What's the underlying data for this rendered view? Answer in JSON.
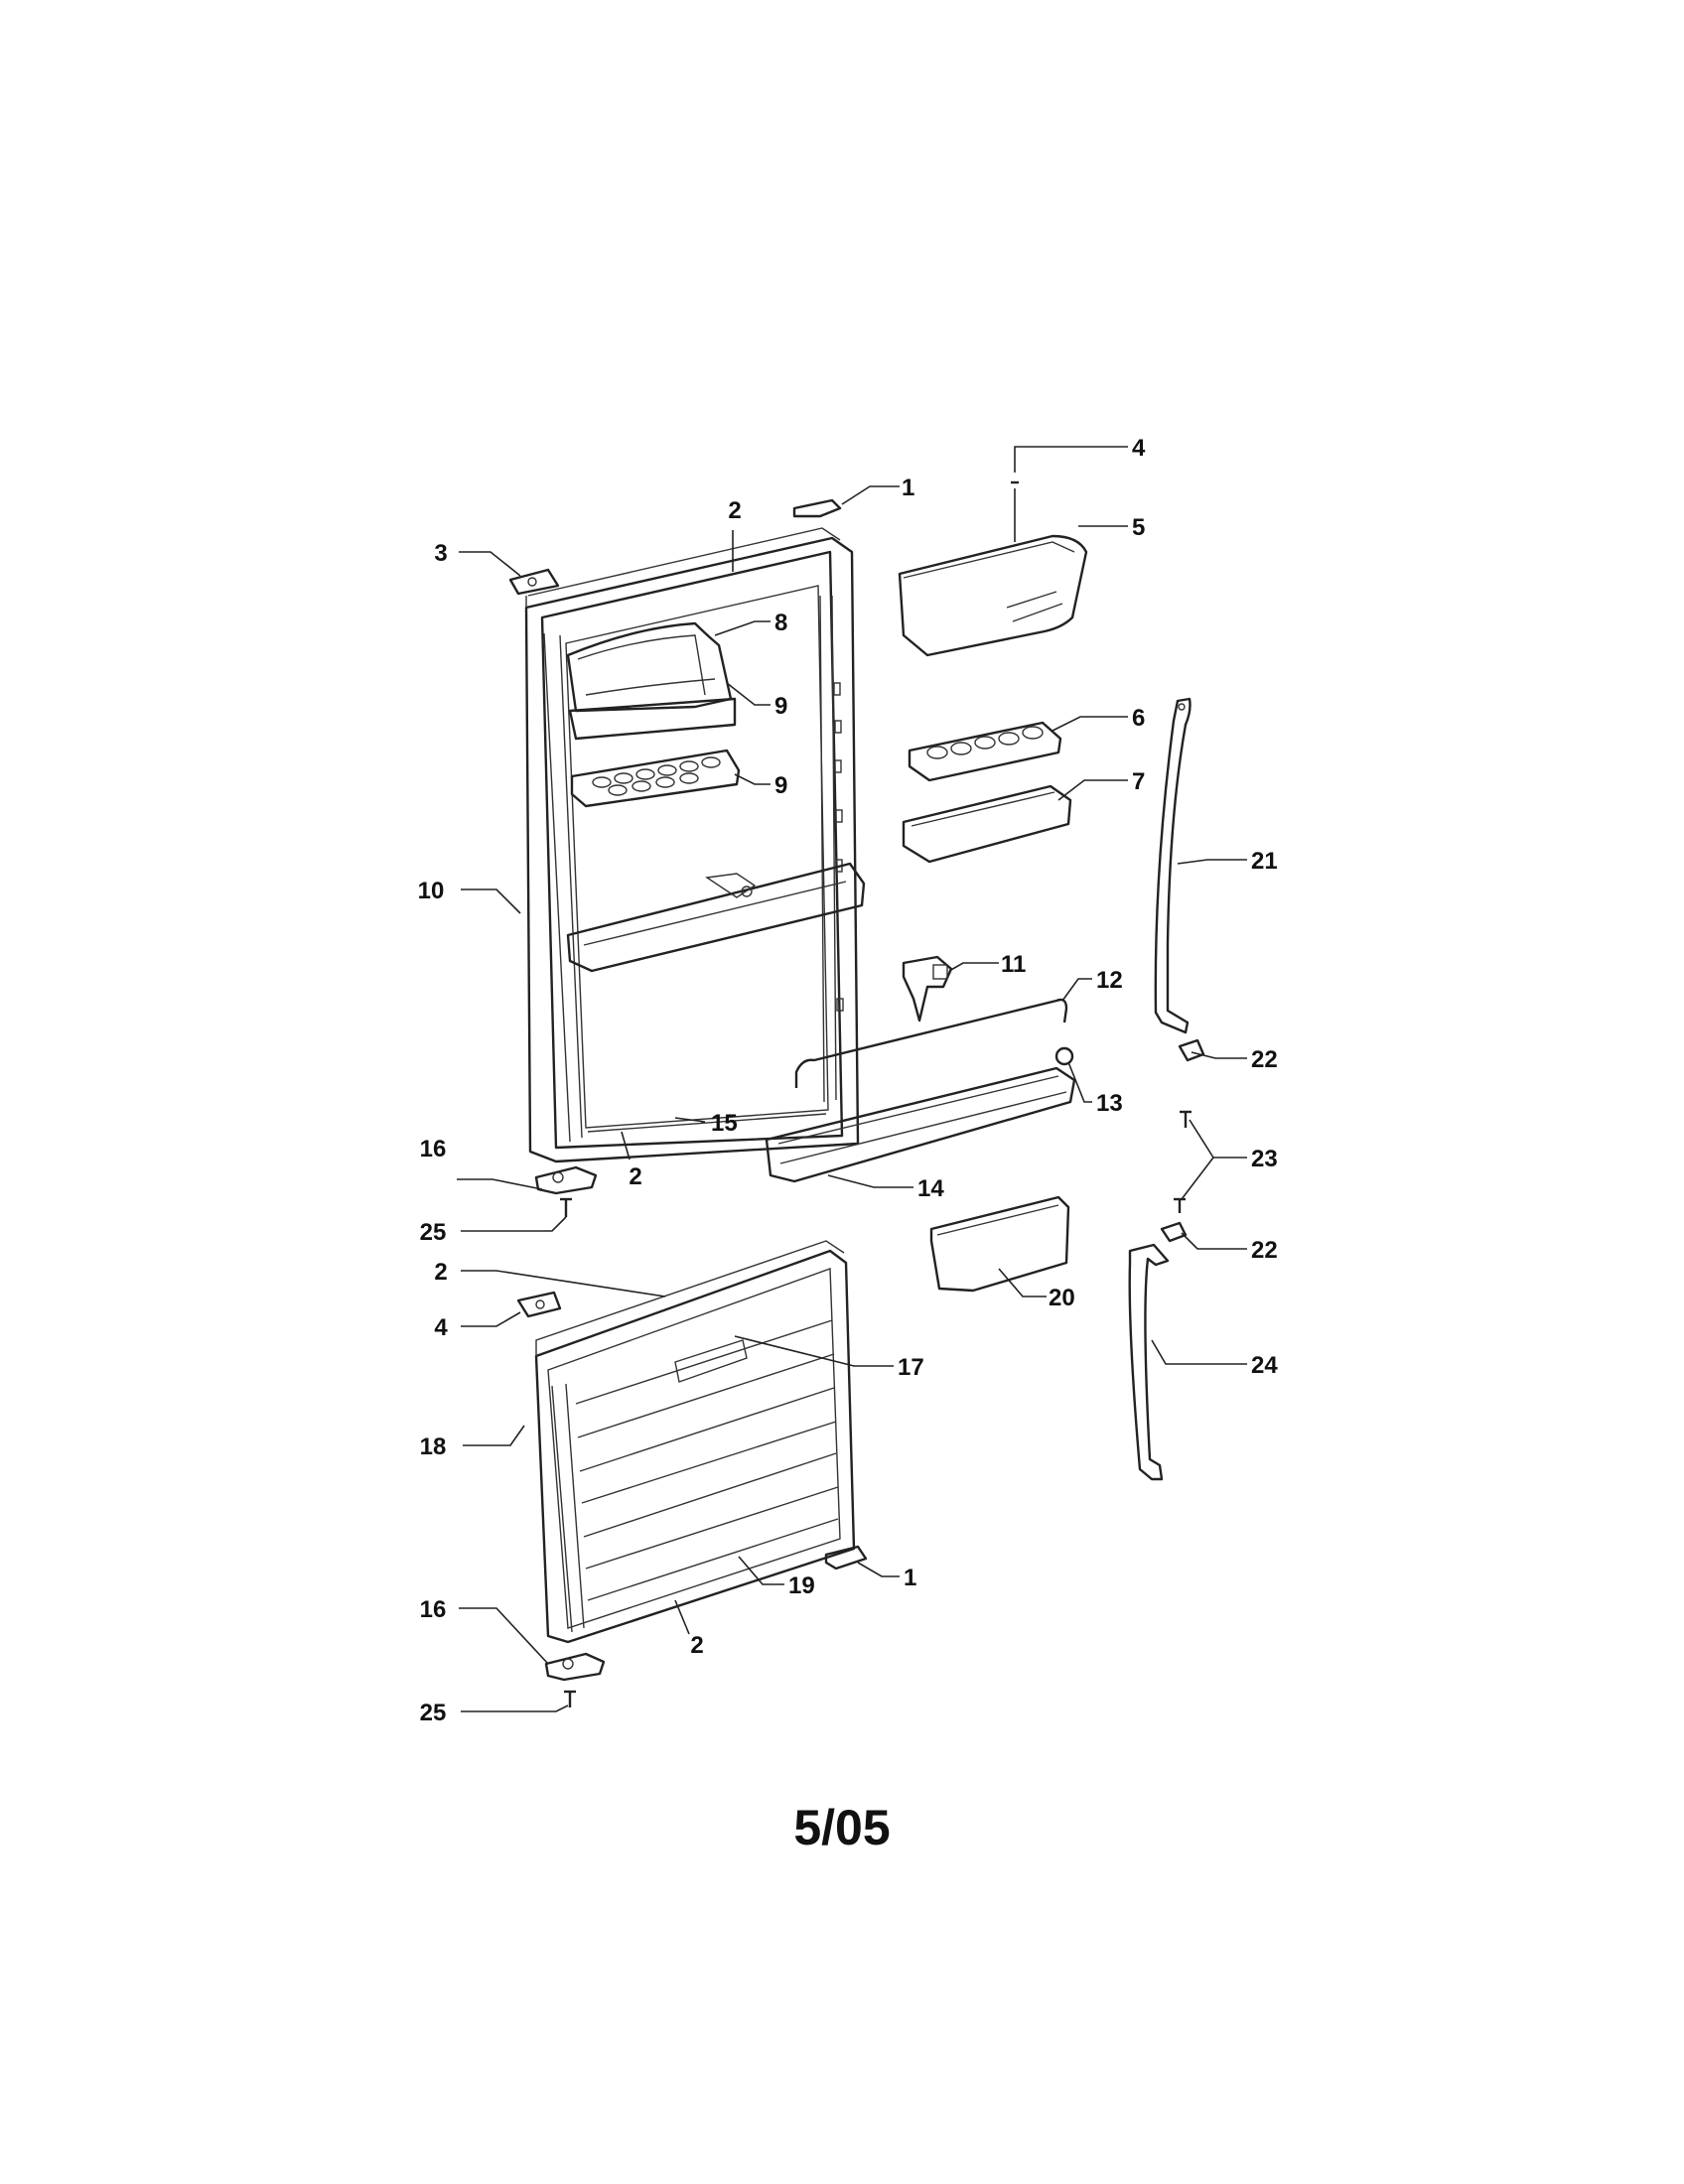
{
  "callouts": [
    {
      "id": "c-1-top",
      "text": "1"
    },
    {
      "id": "c-2-top",
      "text": "2"
    },
    {
      "id": "c-3",
      "text": "3"
    },
    {
      "id": "c-4-top",
      "text": "4"
    },
    {
      "id": "c-5",
      "text": "5"
    },
    {
      "id": "c-8",
      "text": "8"
    },
    {
      "id": "c-9a",
      "text": "9"
    },
    {
      "id": "c-9b",
      "text": "9"
    },
    {
      "id": "c-6",
      "text": "6"
    },
    {
      "id": "c-7",
      "text": "7"
    },
    {
      "id": "c-10",
      "text": "10"
    },
    {
      "id": "c-21",
      "text": "21"
    },
    {
      "id": "c-11",
      "text": "11"
    },
    {
      "id": "c-12",
      "text": "12"
    },
    {
      "id": "c-22a",
      "text": "22"
    },
    {
      "id": "c-13",
      "text": "13"
    },
    {
      "id": "c-15",
      "text": "15"
    },
    {
      "id": "c-16a",
      "text": "16"
    },
    {
      "id": "c-2-mid",
      "text": "2"
    },
    {
      "id": "c-14",
      "text": "14"
    },
    {
      "id": "c-23",
      "text": "23"
    },
    {
      "id": "c-25a",
      "text": "25"
    },
    {
      "id": "c-22b",
      "text": "22"
    },
    {
      "id": "c-2-freezer",
      "text": "2"
    },
    {
      "id": "c-20",
      "text": "20"
    },
    {
      "id": "c-4-bottom",
      "text": "4"
    },
    {
      "id": "c-17",
      "text": "17"
    },
    {
      "id": "c-24",
      "text": "24"
    },
    {
      "id": "c-18",
      "text": "18"
    },
    {
      "id": "c-19",
      "text": "19"
    },
    {
      "id": "c-1-bottom",
      "text": "1"
    },
    {
      "id": "c-16b",
      "text": "16"
    },
    {
      "id": "c-2-bottom",
      "text": "2"
    },
    {
      "id": "c-25b",
      "text": "25"
    }
  ],
  "footer": {
    "date_code": "5/05"
  }
}
